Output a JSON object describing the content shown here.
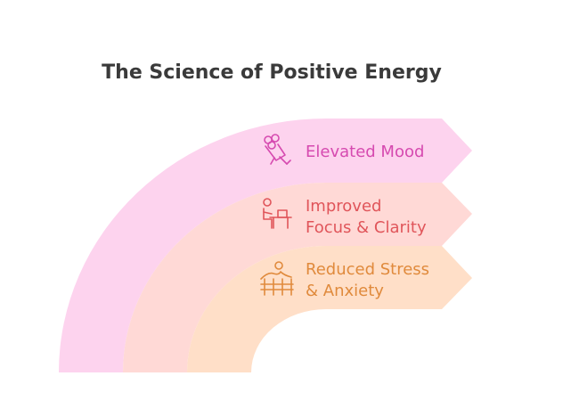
{
  "title": "The Science of Positive Energy",
  "colors": {
    "title": "#3a3a3a",
    "band_1_fill": "#fdd3ee",
    "band_2_fill": "#ffd9d6",
    "band_3_fill": "#ffdfc8",
    "band_1_text": "#d64ab0",
    "band_2_text": "#e0555a",
    "band_3_text": "#e08a3c",
    "background": "#ffffff"
  },
  "items": [
    {
      "lines": [
        "Elevated Mood"
      ],
      "icon": "flower-bouquet-icon"
    },
    {
      "lines": [
        "Improved",
        "Focus & Clarity"
      ],
      "icon": "person-at-desk-icon"
    },
    {
      "lines": [
        "Reduced Stress",
        "& Anxiety"
      ],
      "icon": "person-relaxing-at-fence-icon"
    }
  ]
}
